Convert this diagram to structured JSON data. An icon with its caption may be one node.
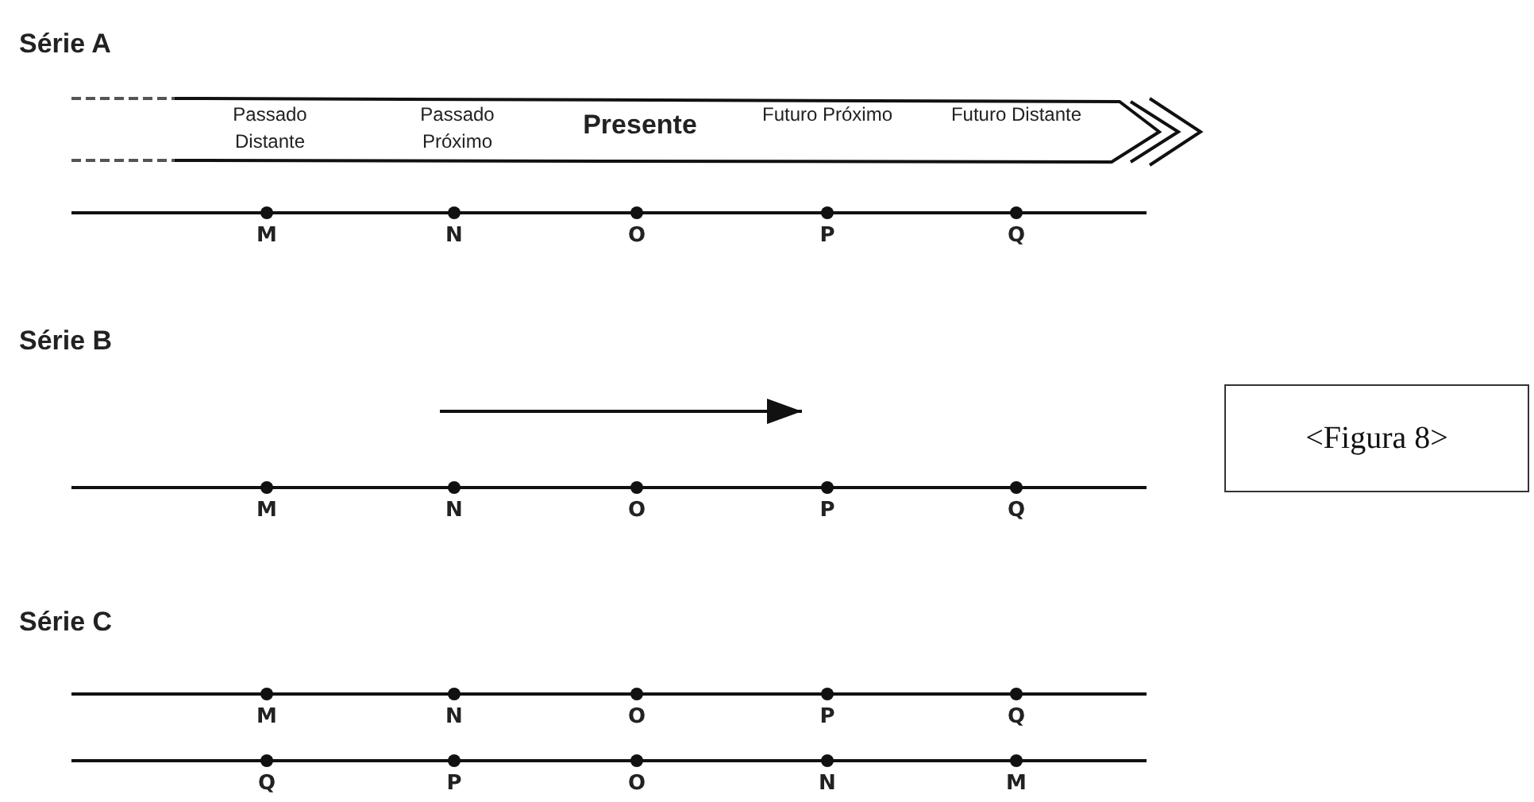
{
  "diagram": {
    "nodes": [
      {
        "text": [
          "Passado Distante",
          "Passado Próximo",
          "Presente",
          "Futuro Próximo",
          "Futuro Distante"
        ]
      },
      {
        "text": [
          "<Figura 8>"
        ]
      }
    ],
    "labels": [
      "Série A",
      "M",
      "N",
      "O",
      "P",
      "Q",
      "Série B",
      "M",
      "N",
      "O",
      "P",
      "Q",
      "Série C",
      "M",
      "N",
      "O",
      "P",
      "Q",
      "Q",
      "P",
      "O",
      "N",
      "M"
    ]
  }
}
